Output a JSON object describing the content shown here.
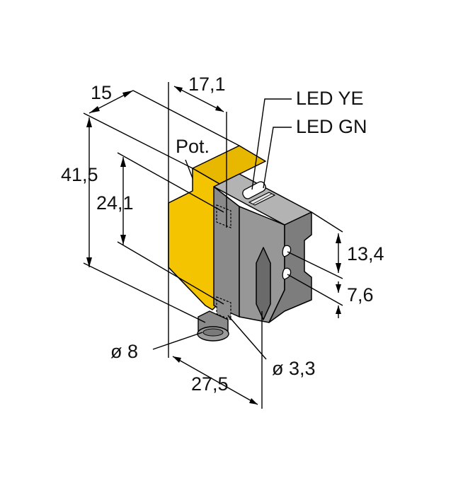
{
  "dimensions": {
    "height_total": "41,5",
    "height_holes": "24,1",
    "depth": "15",
    "width_top": "17,1",
    "length_bottom": "27,5",
    "led_spacing": "13,4",
    "slot_spacing": "7,6",
    "connector_diameter": "ø 8",
    "hole_diameter": "ø 3,3"
  },
  "labels": {
    "potentiometer": "Pot.",
    "led_yellow": "LED YE",
    "led_green": "LED GN"
  },
  "colors": {
    "housing_yellow": "#f5c400",
    "housing_yellow_dark": "#d9ab00",
    "body_gray": "#8a8a8a",
    "body_gray_light": "#a3a3a3",
    "body_gray_dark": "#6e6e6e"
  }
}
